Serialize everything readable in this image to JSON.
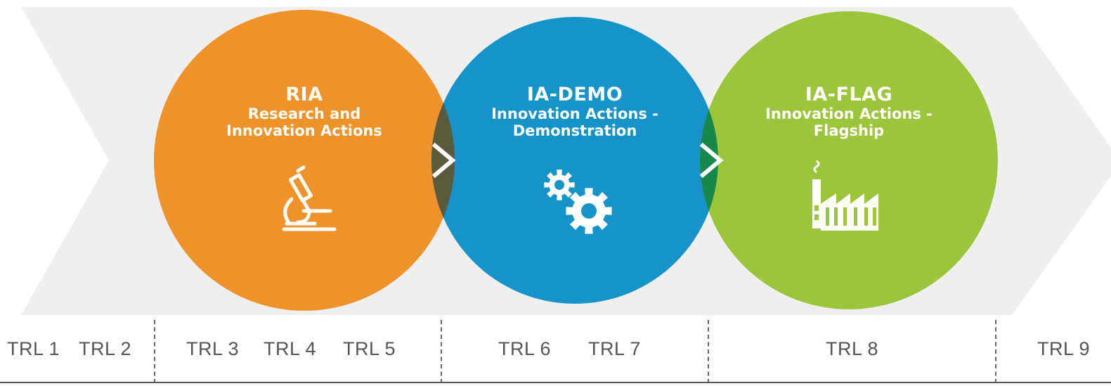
{
  "stages": [
    {
      "code": "RIA",
      "line1": "Research and",
      "line2": "Innovation Actions",
      "icon": "microscope-icon",
      "color": "#EE922A"
    },
    {
      "code": "IA-DEMO",
      "line1": "Innovation Actions -",
      "line2": "Demonstration",
      "icon": "gears-icon",
      "color": "#1693C9"
    },
    {
      "code": "IA-FLAG",
      "line1": "Innovation Actions -",
      "line2": "Flagship",
      "icon": "factory-icon",
      "color": "#9BC53A"
    }
  ],
  "overlaps": {
    "ria_demo": "#5A5A3C",
    "demo_flag": "#17874A",
    "arrow_symbol": ">"
  },
  "background_arrow_color": "#EFEFEF",
  "trl_scale": {
    "labels": [
      "TRL 1",
      "TRL 2",
      "TRL 3",
      "TRL 4",
      "TRL 5",
      "TRL 6",
      "TRL 7",
      "TRL 8",
      "TRL 9"
    ]
  }
}
